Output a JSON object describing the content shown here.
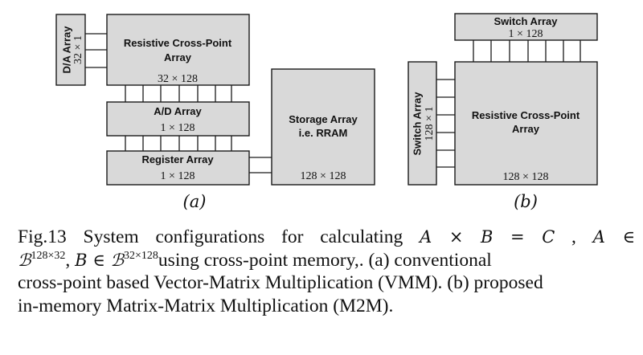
{
  "diagram_a": {
    "resistive_label_1": "Resistive Cross-Point",
    "resistive_label_2": "Array",
    "resistive_dim": "32 × 128",
    "da_label": "D/A Array",
    "da_dim": "32 × 1",
    "ad_label": "A/D Array",
    "ad_dim": "1 × 128",
    "register_label": "Register Array",
    "register_dim": "1 × 128",
    "storage_label_1": "Storage Array",
    "storage_label_2": "i.e. RRAM",
    "storage_dim": "128 × 128",
    "sublabel": "(a)"
  },
  "diagram_b": {
    "switch_top_label": "Switch Array",
    "switch_top_dim": "1 × 128",
    "switch_left_label": "Switch Array",
    "switch_left_dim": "128 × 1",
    "resistive_label_1": "Resistive Cross-Point",
    "resistive_label_2": "Array",
    "resistive_dim": "128 × 128",
    "sublabel": "(b)"
  },
  "caption": {
    "fig_prefix": "Fig.13 System configurations for calculating",
    "eq1": "A × B = C",
    "sep": ",",
    "eq2": "A ∈",
    "set1": "ℬ",
    "sup1": "128×32",
    "comma": ",",
    "eq3": "B ∈ ℬ",
    "sup2": "32×128",
    "line2_rest": "using cross-point memory,. (a) conventional",
    "line3": "cross-point based Vector-Matrix Multiplication (VMM). (b) proposed",
    "line4": "in-memory Matrix-Matrix Multiplication (M2M)."
  }
}
